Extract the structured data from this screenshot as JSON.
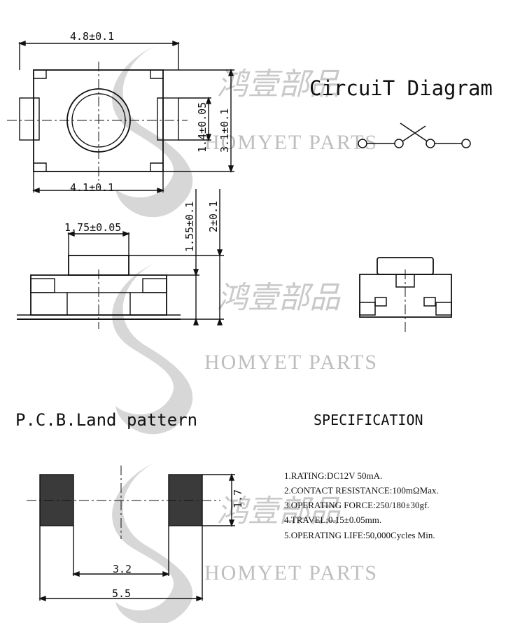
{
  "circuit": {
    "title": "CircuiT  Diagram"
  },
  "top_view": {
    "width_label": "4.8±0.1",
    "inner_width_label": "4.1±0.1",
    "height_label": "3.1±0.1",
    "inner_height_label": "1.4±0.05"
  },
  "side_view": {
    "button_width_label": "1.75±0.05",
    "body_height_label": "1.55±0.1",
    "total_height_label": "2±0.1"
  },
  "pcb": {
    "title": "P.C.B.Land  pattern",
    "inner_span_label": "3.2",
    "outer_span_label": "5.5",
    "pad_height_label": "1.7"
  },
  "specification": {
    "title": "SPECIFICATION",
    "items": [
      "1.RATING:DC12V 50mA.",
      "2.CONTACT RESISTANCE:100mΩMax.",
      "3.OPERATING FORCE:250/180±30gf.",
      "4.TRAVEL:0.15±0.05mm.",
      "5.OPERATING LIFE:50,000Cycles Min."
    ]
  },
  "watermark": {
    "brand_text": "HOMYET PARTS",
    "chinese_text": "鸿壹部品"
  },
  "colors": {
    "line": "#111111",
    "pad_fill": "#3a3a3a",
    "watermark": "#b8b8b8"
  }
}
